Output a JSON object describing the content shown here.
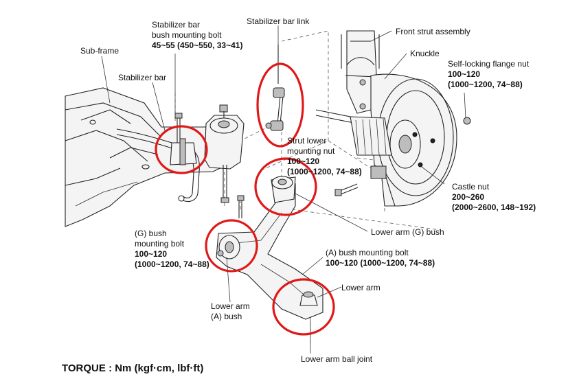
{
  "highlight_color": "#e01818",
  "labels": {
    "stab_bolt": {
      "line1": "Stabilizer bar",
      "line2": "bush mounting bolt",
      "value": "45~55  (450~550, 33~41)"
    },
    "stab_link": "Stabilizer bar link",
    "front_strut": "Front strut assembly",
    "subframe": "Sub-frame",
    "knuckle": "Knuckle",
    "stab_bar": "Stabilizer bar",
    "flange_nut": {
      "line1": "Self-locking flange nut",
      "value1": "100~120",
      "value2": "(1000~1200, 74~88)"
    },
    "strut_lower_nut": {
      "line1": "Strut lower",
      "line2": "mounting nut",
      "value1": "100~120",
      "value2": "(1000~1200, 74~88)"
    },
    "castle_nut": {
      "line1": "Castle nut",
      "value1": "200~260",
      "value2": "(2000~2600, 148~192)"
    },
    "g_bush": "Lower arm (G) bush",
    "g_bolt": {
      "line1": "(G) bush",
      "line2": "mounting bolt",
      "value1": "100~120",
      "value2": "(1000~1200, 74~88)"
    },
    "a_bolt": {
      "line1": "(A) bush mounting bolt",
      "value": "100~120  (1000~1200, 74~88)"
    },
    "lower_arm": "Lower arm",
    "a_bush": {
      "line1": "Lower arm",
      "line2": "(A) bush"
    },
    "ball_joint": "Lower arm ball joint"
  },
  "torque_note": "TORQUE : Nm (kgf·cm, lbf·ft)"
}
